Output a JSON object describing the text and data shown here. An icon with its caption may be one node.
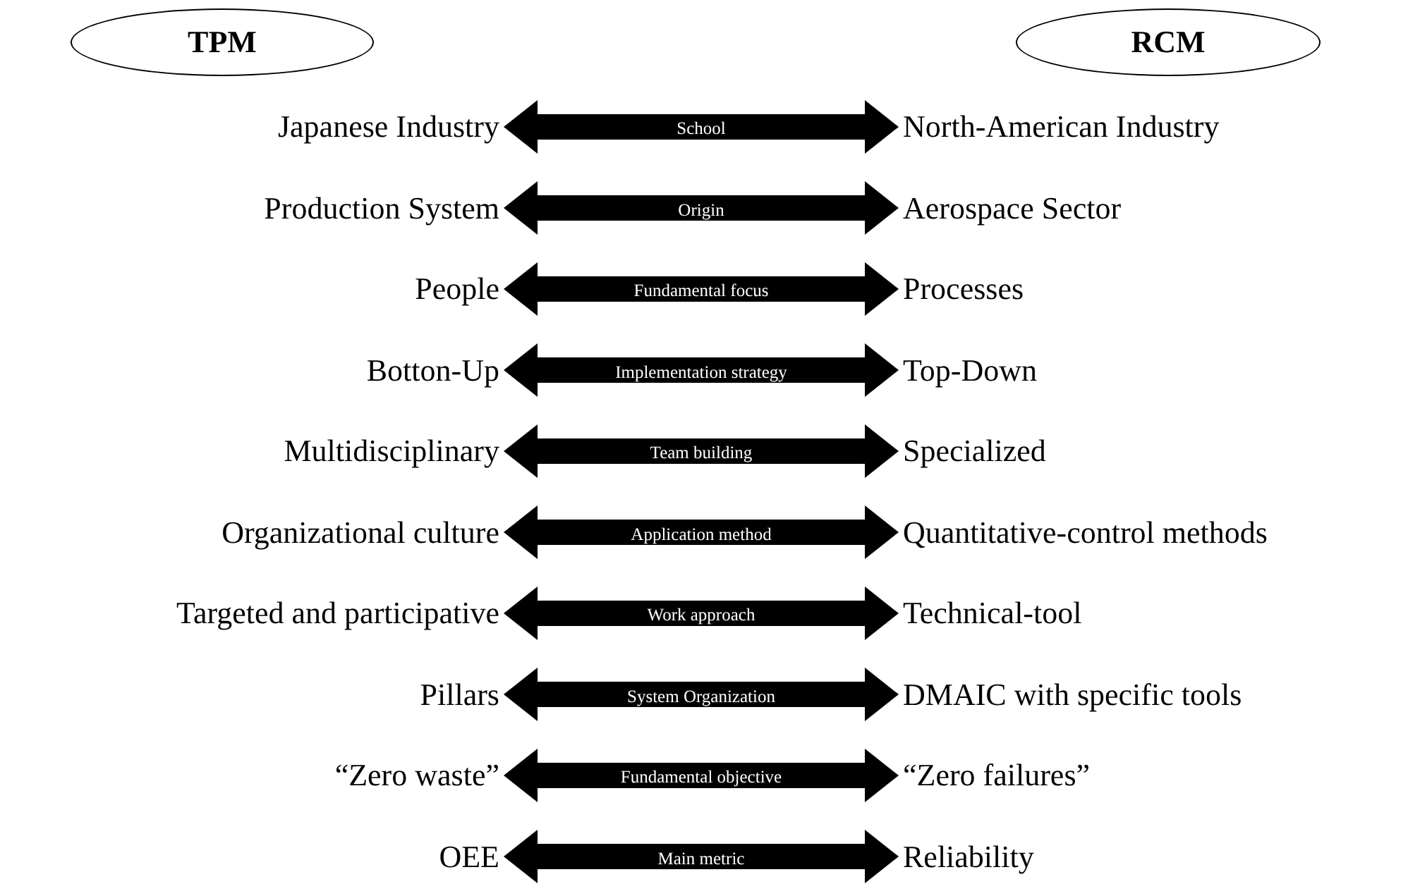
{
  "diagram": {
    "nodes": [
      {
        "text": [
          "TPM"
        ]
      },
      {
        "text": [
          "RCM"
        ]
      },
      {
        "text": [
          "Japanese Industry"
        ]
      },
      {
        "text": [
          "North-American Industry"
        ]
      },
      {
        "text": [
          "Production System"
        ]
      },
      {
        "text": [
          "Aerospace Sector"
        ]
      },
      {
        "text": [
          "People"
        ]
      },
      {
        "text": [
          "Processes"
        ]
      },
      {
        "text": [
          "Botton-Up"
        ]
      },
      {
        "text": [
          "Top-Down"
        ]
      },
      {
        "text": [
          "Multidisciplinary"
        ]
      },
      {
        "text": [
          "Specialized"
        ]
      },
      {
        "text": [
          "Organizational culture"
        ]
      },
      {
        "text": [
          "Quantitative-control methods"
        ]
      },
      {
        "text": [
          "Targeted and participative"
        ]
      },
      {
        "text": [
          "Technical-tool"
        ]
      },
      {
        "text": [
          "Pillars"
        ]
      },
      {
        "text": [
          "DMAIC with specific tools"
        ]
      },
      {
        "text": [
          "“Zero waste”"
        ]
      },
      {
        "text": [
          "“Zero failures”"
        ]
      },
      {
        "text": [
          "OEE"
        ]
      },
      {
        "text": [
          "Reliability"
        ]
      }
    ],
    "edges": [
      {
        "from": 2,
        "to": 3,
        "arrow": "both",
        "label": "School"
      },
      {
        "from": 4,
        "to": 5,
        "arrow": "both",
        "label": "Origin"
      },
      {
        "from": 6,
        "to": 7,
        "arrow": "both",
        "label": "Fundamental focus"
      },
      {
        "from": 8,
        "to": 9,
        "arrow": "both",
        "label": "Implementation strategy"
      },
      {
        "from": 10,
        "to": 11,
        "arrow": "both",
        "label": "Team building"
      },
      {
        "from": 12,
        "to": 13,
        "arrow": "both",
        "label": "Application method"
      },
      {
        "from": 14,
        "to": 15,
        "arrow": "both",
        "label": "Work approach"
      },
      {
        "from": 16,
        "to": 17,
        "arrow": "both",
        "label": "System Organization"
      },
      {
        "from": 18,
        "to": 19,
        "arrow": "both",
        "label": "Fundamental objective"
      },
      {
        "from": 20,
        "to": 21,
        "arrow": "both",
        "label": "Main metric"
      }
    ]
  }
}
